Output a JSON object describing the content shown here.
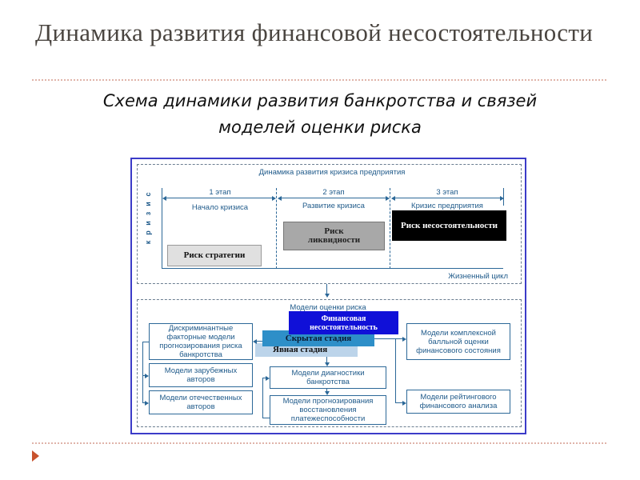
{
  "slide": {
    "title": "Динамика развития финансовой несостоятельности",
    "subtitle": "Схема динамики развития банкротства и связей моделей оценки риска",
    "bullet_icon": "triangle-bullet-icon"
  },
  "colors": {
    "frame_border": "#3b3bc8",
    "diagram_text": "#1f5a8a",
    "title_text": "#4a4540",
    "divider": "#e0b4aa",
    "bullet": "#c8532e",
    "risk_strategy_fill": "#e0e0e0",
    "risk_liquidity_fill": "#a8a8a8",
    "risk_insolvency_fill": "#000000",
    "fin_insolvency_fill": "#1010d8",
    "hidden_stage_fill": "#2e8fc8",
    "explicit_stage_fill": "#bcd4ea"
  },
  "diagram": {
    "top_section": {
      "title": "Динамика развития кризиса предприятия",
      "side_label": [
        "к",
        "р",
        "и",
        "з",
        "и",
        "с"
      ],
      "stages": [
        {
          "label": "1 этап",
          "phase": "Начало кризиса",
          "risk": "Риск стратегии"
        },
        {
          "label": "2 этап",
          "phase": "Развитие кризиса",
          "risk": "Риск ликвидности"
        },
        {
          "label": "3 этап",
          "phase": "Кризис предприятия",
          "risk": "Риск несостоятельности"
        }
      ],
      "footer": "Жизненный цикл"
    },
    "bottom_section": {
      "title": "Модели оценки риска",
      "center": {
        "fin_insolvency": "Финансовая несостоятельность",
        "hidden_stage": "Скрытая стадия",
        "explicit_stage": "Явная стадия"
      },
      "left_boxes": [
        "Дискриминантные факторные модели прогнозирования риска банкротства",
        "Модели зарубежных авторов",
        "Модели отечественных авторов"
      ],
      "middle_boxes": [
        "Модели диагностики банкротства",
        "Модели прогнозирования восстановления платежеспособности"
      ],
      "right_boxes": [
        "Модели комплексной балльной оценки финансового состояния",
        "Модели рейтингового финансового анализа"
      ]
    }
  }
}
